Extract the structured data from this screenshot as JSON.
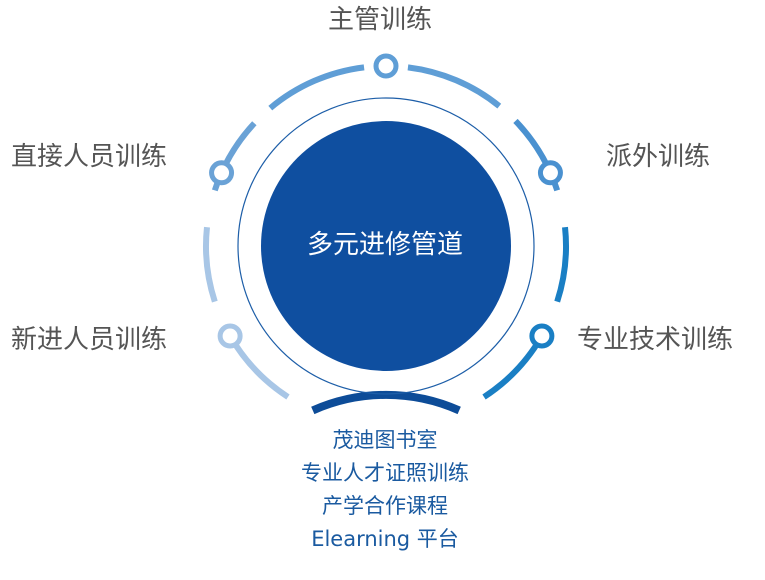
{
  "center": {
    "label": "多元进修管道"
  },
  "nodes": [
    {
      "id": "top",
      "label": "主管训练",
      "color": "#5f9ed6"
    },
    {
      "id": "right-top",
      "label": "派外训练",
      "color": "#4a91d0"
    },
    {
      "id": "right-bottom",
      "label": "专业技术训练",
      "color": "#1a7fc4"
    },
    {
      "id": "left-top",
      "label": "直接人员训练",
      "color": "#6aa2d6"
    },
    {
      "id": "left-bottom",
      "label": "新进人员训练",
      "color": "#a8c6e6"
    }
  ],
  "resources": [
    "茂迪图书室",
    "专业人才证照训练",
    "产学合作课程",
    "Elearning 平台"
  ],
  "colors": {
    "center_fill": "#0f4fa0",
    "bottom_arc": "#0d4c98",
    "inner_ring": "#1d5ea8",
    "label_gray": "#555555",
    "resource_blue": "#1a5aa0"
  }
}
